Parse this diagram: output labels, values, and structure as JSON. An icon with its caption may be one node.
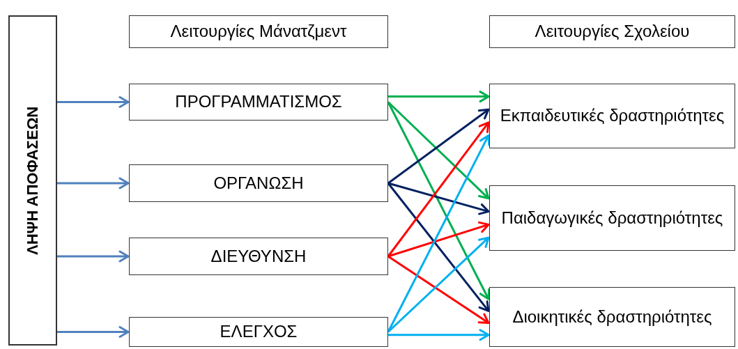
{
  "diagram": {
    "nodes": [
      {
        "text": [
          "ΛΗΨΗ ΑΠΟΦΑΣΕΩΝ"
        ]
      },
      {
        "text": [
          "Λειτουργίες Μάνατζμεντ"
        ]
      },
      {
        "text": [
          "Λειτουργίες Σχολείου"
        ]
      },
      {
        "text": [
          "ΠΡΟΓΡΑΜΜΑΤΙΣΜΟΣ"
        ]
      },
      {
        "text": [
          "Εκπαιδευτικές δραστηριότητες"
        ]
      },
      {
        "text": [
          "ΟΡΓΑΝΩΣΗ"
        ]
      },
      {
        "text": [
          "Παιδαγωγικές δραστηριότητες"
        ]
      },
      {
        "text": [
          "ΔΙΕΥΘΥΝΣΗ"
        ]
      },
      {
        "text": [
          "Διοικητικές δραστηριότητες"
        ]
      },
      {
        "text": [
          "ΕΛΕΓΧΟΣ"
        ]
      }
    ],
    "edges": [
      {
        "from": 0,
        "to": 3,
        "arrow": "to"
      },
      {
        "from": 0,
        "to": 5,
        "arrow": "to"
      },
      {
        "from": 0,
        "to": 7,
        "arrow": "to"
      },
      {
        "from": 0,
        "to": 9,
        "arrow": "to"
      },
      {
        "from": 3,
        "to": 4,
        "arrow": "to",
        "color": "#00b050"
      },
      {
        "from": 3,
        "to": 6,
        "arrow": "to",
        "color": "#00b050"
      },
      {
        "from": 3,
        "to": 8,
        "arrow": "to",
        "color": "#00b050"
      },
      {
        "from": 5,
        "to": 4,
        "arrow": "to",
        "color": "#002060"
      },
      {
        "from": 5,
        "to": 6,
        "arrow": "to",
        "color": "#002060"
      },
      {
        "from": 5,
        "to": 8,
        "arrow": "to",
        "color": "#002060"
      },
      {
        "from": 7,
        "to": 4,
        "arrow": "to",
        "color": "#ff0000"
      },
      {
        "from": 7,
        "to": 6,
        "arrow": "to",
        "color": "#ff0000"
      },
      {
        "from": 7,
        "to": 8,
        "arrow": "to",
        "color": "#ff0000"
      },
      {
        "from": 9,
        "to": 4,
        "arrow": "to",
        "color": "#00b0f0"
      },
      {
        "from": 9,
        "to": 6,
        "arrow": "to",
        "color": "#00b0f0"
      },
      {
        "from": 9,
        "to": 8,
        "arrow": "to",
        "color": "#00b0f0"
      }
    ]
  }
}
